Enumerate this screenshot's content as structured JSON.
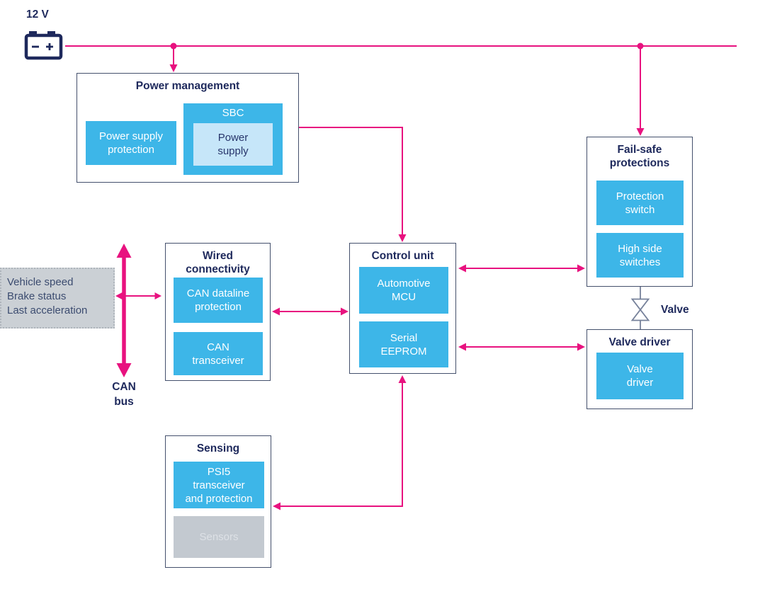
{
  "supply_label": "12 V",
  "note": {
    "lines": [
      "Vehicle speed",
      "Brake status",
      "Last acceleration"
    ]
  },
  "can_bus": {
    "line1": "CAN",
    "line2": "bus"
  },
  "valve": {
    "label": "Valve"
  },
  "blocks": {
    "power_management": {
      "title": "Power management",
      "power_supply_protection": [
        "Power supply",
        "protection"
      ],
      "sbc": "SBC",
      "power_supply": [
        "Power",
        "supply"
      ]
    },
    "wired_connectivity": {
      "title": [
        "Wired",
        "connectivity"
      ],
      "can_dataline_protection": [
        "CAN dataline",
        "protection"
      ],
      "can_transceiver": [
        "CAN",
        "transceiver"
      ]
    },
    "control_unit": {
      "title": "Control unit",
      "automotive_mcu": [
        "Automotive",
        "MCU"
      ],
      "serial_eeprom": [
        "Serial",
        "EEPROM"
      ]
    },
    "fail_safe": {
      "title": [
        "Fail-safe",
        "protections"
      ],
      "protection_switch": [
        "Protection",
        "switch"
      ],
      "high_side_switches": [
        "High side",
        "switches"
      ]
    },
    "valve_driver": {
      "title": "Valve driver",
      "valve_driver_chip": [
        "Valve",
        "driver"
      ]
    },
    "sensing": {
      "title": "Sensing",
      "psi5": [
        "PSI5",
        "transceiver",
        "and protection"
      ],
      "sensors": [
        "Sensors"
      ]
    }
  },
  "colors": {
    "magenta": "#e8127f",
    "cyan": "#3db6e8",
    "light_blue": "#c6e6f9",
    "navy": "#1e295c",
    "border_slate": "#44506c",
    "valve_slate": "#76819a",
    "note_gray": "#cbd0d5",
    "sensors_gray": "#c3c9d0"
  }
}
